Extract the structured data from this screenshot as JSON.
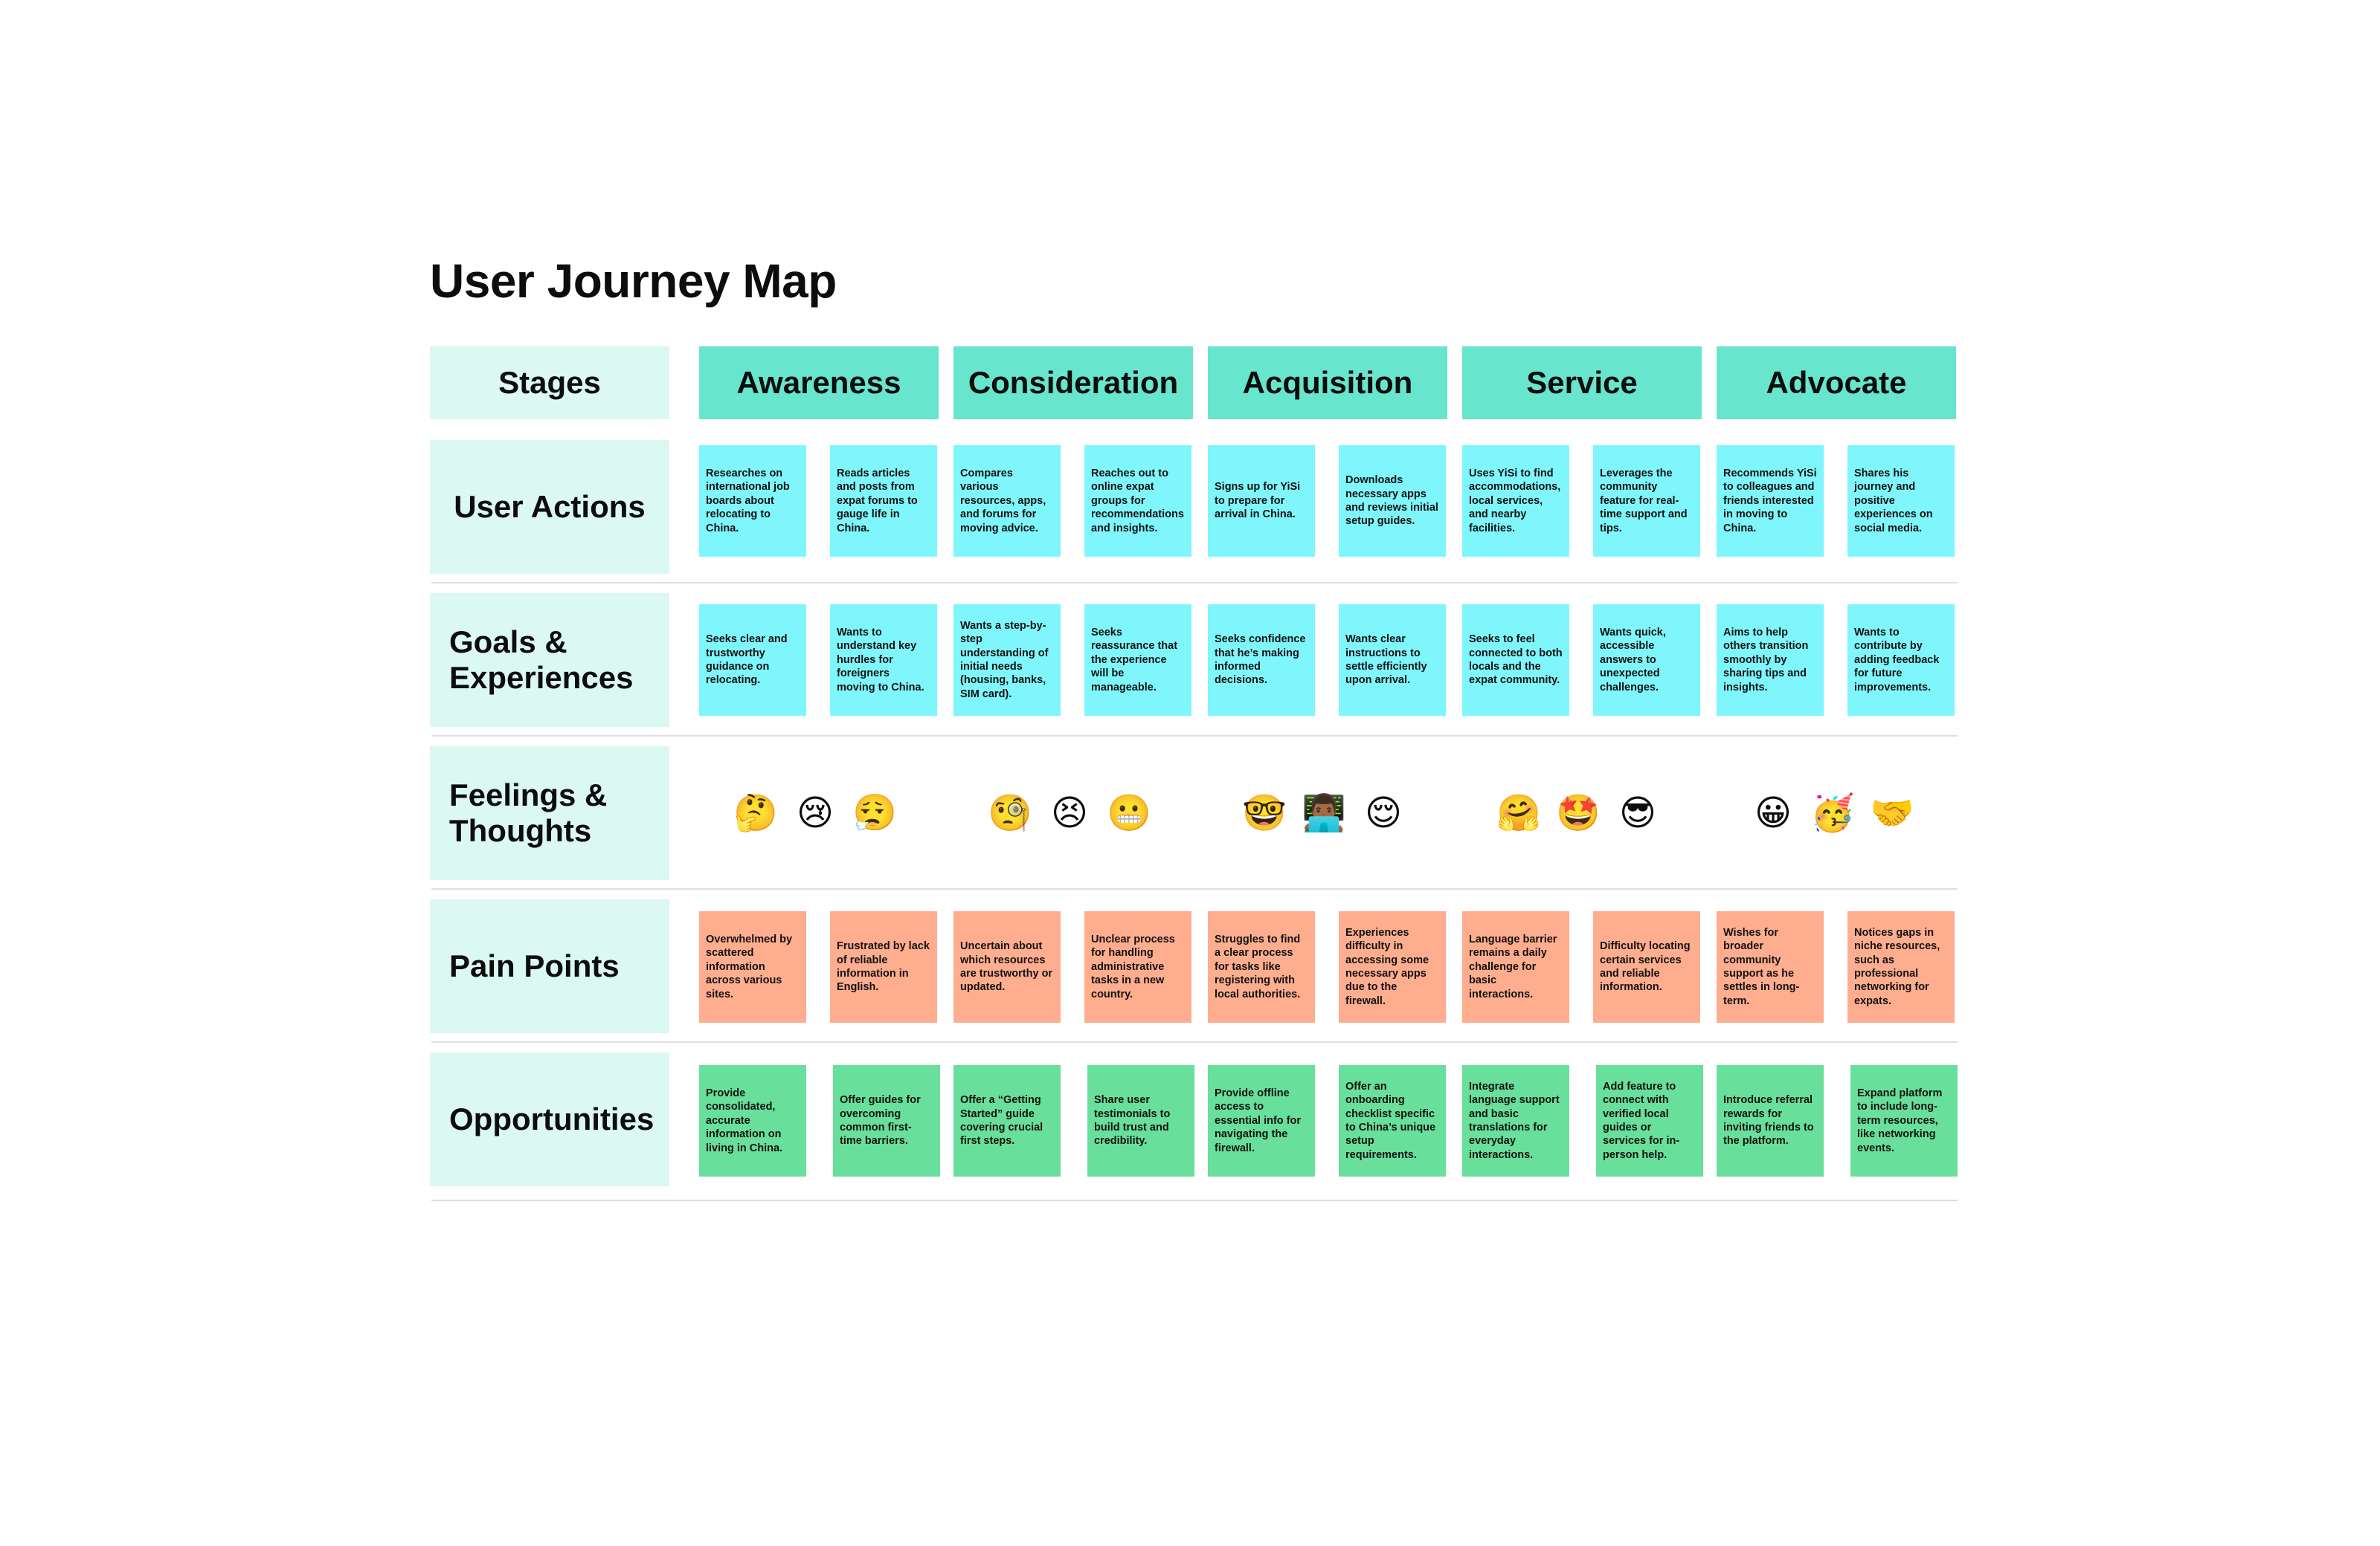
{
  "title": "User Journey Map",
  "rows": {
    "stages": "Stages",
    "actions": "User Actions",
    "goals": "Goals & Experiences",
    "feelings": "Feelings & Thoughts",
    "pains": "Pain Points",
    "opportunities": "Opportunities"
  },
  "stages": [
    {
      "name": "Awareness",
      "actions": [
        "Researches on international job boards about relocating to China.",
        "Reads articles and posts from expat forums to gauge life in China."
      ],
      "goals": [
        "Seeks clear and trustworthy guidance on relocating.",
        "Wants to understand key hurdles for foreigners moving to China."
      ],
      "feelings": [
        "🤔",
        "😢",
        "😮‍💨"
      ],
      "pains": [
        "Overwhelmed by scattered information across various sites.",
        "Frustrated by lack of reliable information in English."
      ],
      "opportunities": [
        "Provide consolidated, accurate information on living in China.",
        "Offer guides for overcoming common first-time barriers."
      ]
    },
    {
      "name": "Consideration",
      "actions": [
        "Compares various resources, apps, and forums for moving advice.",
        "Reaches out to online expat groups for recommendations and insights."
      ],
      "goals": [
        "Wants a step-by-step understanding of initial needs (housing, banks, SIM card).",
        "Seeks reassurance that the experience will be manageable."
      ],
      "feelings": [
        "🧐",
        "😣",
        "😬"
      ],
      "pains": [
        "Uncertain about which resources are trustworthy or updated.",
        "Unclear process for handling administrative tasks in a new country."
      ],
      "opportunities": [
        "Offer a “Getting Started” guide covering crucial first steps.",
        "Share user testimonials to build trust and credibility."
      ]
    },
    {
      "name": "Acquisition",
      "actions": [
        "Signs up for YiSi to prepare for arrival in China.",
        "Downloads necessary apps and reviews initial setup guides."
      ],
      "goals": [
        "Seeks confidence that he’s making informed decisions.",
        "Wants clear instructions to settle efficiently upon arrival."
      ],
      "feelings": [
        "🤓",
        "👨🏾‍💻",
        "😌"
      ],
      "pains": [
        "Struggles to find a clear process for tasks like registering with local authorities.",
        "Experiences difficulty in accessing some necessary apps due to the firewall."
      ],
      "opportunities": [
        "Provide offline access to essential info for navigating the firewall.",
        "Offer an onboarding checklist specific to China’s unique setup requirements."
      ]
    },
    {
      "name": "Service",
      "actions": [
        "Uses YiSi to find accommodations, local services, and nearby facilities.",
        "Leverages the community feature for real-time support and tips."
      ],
      "goals": [
        "Seeks to feel connected to both locals and the expat community.",
        "Wants quick, accessible answers to unexpected challenges."
      ],
      "feelings": [
        "🤗",
        "🤩",
        "😎"
      ],
      "pains": [
        "Language barrier remains a daily challenge for basic interactions.",
        "Difficulty locating certain services and reliable information."
      ],
      "opportunities": [
        "Integrate language support and basic translations for everyday interactions.",
        "Add feature to connect with verified local guides or services for in-person help."
      ]
    },
    {
      "name": "Advocate",
      "actions": [
        "Recommends YiSi to colleagues and friends interested in moving to China.",
        "Shares his journey and positive experiences on social media."
      ],
      "goals": [
        "Aims to help others transition smoothly by sharing tips and insights.",
        "Wants to contribute by adding feedback for future improvements."
      ],
      "feelings": [
        "😀",
        "🥳",
        "🤝"
      ],
      "pains": [
        "Wishes for broader community support as he settles in long-term.",
        "Notices gaps in niche resources, such as professional networking for expats."
      ],
      "opportunities": [
        "Introduce referral rewards for inviting friends to the platform.",
        "Expand platform to include long-term resources, like networking events."
      ]
    }
  ]
}
